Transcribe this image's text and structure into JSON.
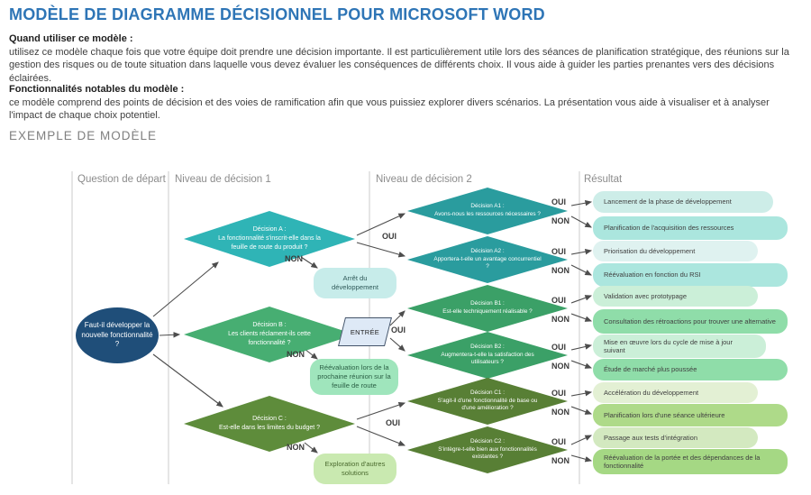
{
  "colors": {
    "title": "#2E75B6",
    "body_text": "#3F3F3F",
    "example_heading": "#7F7F7F",
    "column_header": "#8C8C8C",
    "divider_line": "#CBCBCB",
    "arrow": "#4D4D4D"
  },
  "header": {
    "title": "MODÈLE DE DIAGRAMME DÉCISIONNEL POUR MICROSOFT WORD"
  },
  "intro": [
    {
      "heading": "Quand utiliser ce modèle :",
      "body": "utilisez ce modèle chaque fois que votre équipe doit prendre une décision importante. Il est particulièrement utile lors des séances de planification stratégique, des réunions sur la gestion des risques ou de toute situation dans laquelle vous devez évaluer les conséquences de différents choix. Il vous aide à guider les parties prenantes vers des décisions éclairées."
    },
    {
      "heading": "Fonctionnalités notables du modèle :",
      "body": "ce modèle comprend des points de décision et des voies de ramification afin que vous puissiez explorer divers scénarios. La présentation vous aide à visualiser et à analyser l'impact de chaque choix potentiel."
    }
  ],
  "example_heading": "EXEMPLE DE MODÈLE",
  "diagram": {
    "columns": [
      "Question de départ",
      "Niveau de décision 1",
      "Niveau de décision 2",
      "Résultat"
    ],
    "start": {
      "label": "Faut-il développer la nouvelle fonctionnalité ?",
      "fill": "#1F4E79"
    },
    "entry": {
      "label": "ENTRÉE",
      "fill": "#DEE9F6",
      "border": "#44546A"
    },
    "branch": {
      "yes": "OUI",
      "no": "NON"
    },
    "level1": [
      {
        "name": "Décision A :",
        "question": "La fonctionnalité s'inscrit-elle dans la feuille de route du produit ?",
        "fill": "#2FB4B6"
      },
      {
        "name": "Décision B :",
        "question": "Les clients réclament-ils cette fonctionnalité ?",
        "fill": "#47AE72"
      },
      {
        "name": "Décision C :",
        "question": "Est-elle dans les limites du budget ?",
        "fill": "#5E8C3B"
      }
    ],
    "level1_outcomes": [
      {
        "label": "Arrêt du développement",
        "fill": "#C7ECEA",
        "text": "#305A5A"
      },
      {
        "label": "Réévaluation lors de la prochaine réunion sur la feuille de route",
        "fill": "#9FE5BC",
        "text": "#2B6045"
      },
      {
        "label": "Exploration d'autres solutions",
        "fill": "#C9E9B0",
        "text": "#4A6A2E"
      }
    ],
    "level2": [
      {
        "name": "Décision A1 :",
        "question": "Avons-nous les ressources nécessaires ?",
        "fill": "#2A9C9E"
      },
      {
        "name": "Décision A2 :",
        "question": "Apportera-t-elle un avantage concurrentiel ?",
        "fill": "#2A9C9E"
      },
      {
        "name": "Décision B1 :",
        "question": "Est-elle techniquement réalisable ?",
        "fill": "#3BA067"
      },
      {
        "name": "Décision B2 :",
        "question": "Augmentera-t-elle la satisfaction des utilisateurs ?",
        "fill": "#3BA067"
      },
      {
        "name": "Décision C1 :",
        "question": "S'agit-il d'une fonctionnalité de base ou d'une amélioration ?",
        "fill": "#587F35"
      },
      {
        "name": "Décision C2 :",
        "question": "S'intègre-t-elle bien aux fonctionnalités existantes ?",
        "fill": "#587F35"
      }
    ],
    "results": [
      {
        "label": "Lancement de la phase de développement",
        "fill": "#CDEDE8"
      },
      {
        "label": "Planification de l'acquisition des ressources",
        "fill": "#ABE6DE"
      },
      {
        "label": "Priorisation du développement",
        "fill": "#DFF2F0"
      },
      {
        "label": "Réévaluation en fonction du RSI",
        "fill": "#ABE6DE"
      },
      {
        "label": "Validation avec prototypage",
        "fill": "#CBEFD8"
      },
      {
        "label": "Consultation des rétroactions pour trouver une alternative",
        "fill": "#8FDDA9"
      },
      {
        "label": "Mise en œuvre lors du cycle de mise à jour suivant",
        "fill": "#CBEFD8"
      },
      {
        "label": "Étude de marché plus poussée",
        "fill": "#8FDDA9"
      },
      {
        "label": "Accélération du développement",
        "fill": "#E3F0D4"
      },
      {
        "label": "Planification lors d'une séance ultérieure",
        "fill": "#AEDA89"
      },
      {
        "label": "Passage aux tests d'intégration",
        "fill": "#D3E9C0"
      },
      {
        "label": "Réévaluation de la portée et des dépendances de la fonctionnalité",
        "fill": "#A5D884"
      }
    ]
  }
}
